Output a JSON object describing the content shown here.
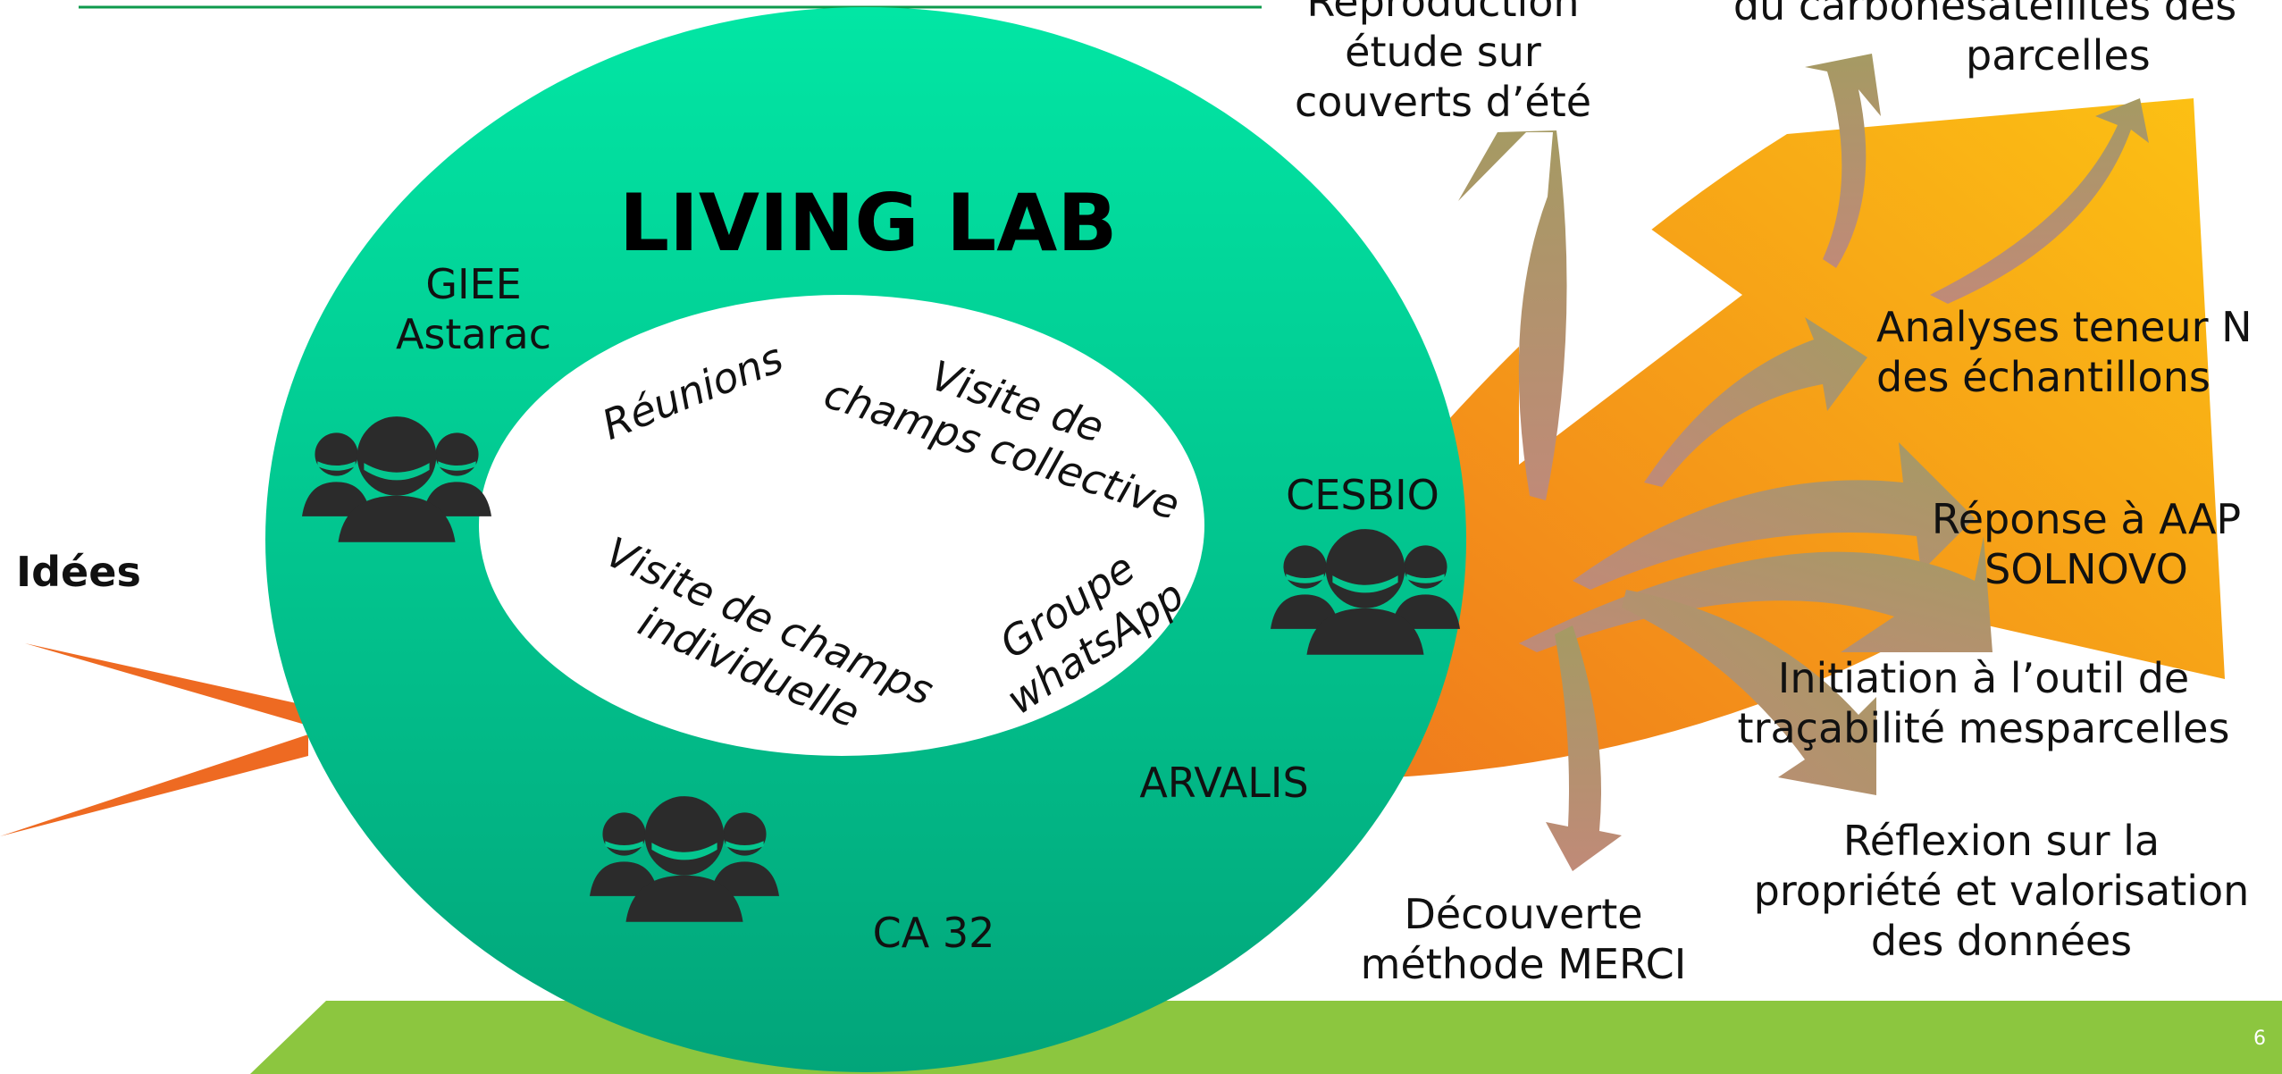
{
  "title": "LIVING LAB",
  "input_label": "Idées",
  "partners": {
    "giee": "GIEE\nAstarac",
    "cesbio": "CESBIO",
    "arvalis": "ARVALIS",
    "ca32": "CA 32"
  },
  "activities": {
    "reunions": "Réunions",
    "visite_collective": "Visite de\nchamps collective",
    "visite_individuelle": "Visite de champs\nindividuelle",
    "groupe_whatsapp": "Groupe\nwhatsApp"
  },
  "outcomes": {
    "reproduction": "Reproduction\nétude sur\ncouverts d’été",
    "carbone": "du carbone",
    "satellites": "satellites des\nparcelles",
    "analyses": "Analyses teneur N\ndes échantillons",
    "reponse": "Réponse à AAP\nSOLNOVO",
    "initiation": "Initiation à l’outil de\ntraçabilité mesparcelles",
    "decouverte": "Découverte\nméthode MERCI",
    "reflexion": "Réflexion sur la\npropriété et valorisation\ndes données"
  },
  "page_number": "6",
  "colors": {
    "ring_top": "#02e6a4",
    "ring_bottom": "#02a57a",
    "orange_light": "#fcc113",
    "orange_dark": "#f07c1c",
    "input_arrow": "#ee6a22",
    "bottom_bar": "#8cc63f",
    "top_line": "#0e9a4c",
    "arrow_top": "#a59a63",
    "arrow_bottom": "#c08a78",
    "people": "#2b2b2b"
  }
}
